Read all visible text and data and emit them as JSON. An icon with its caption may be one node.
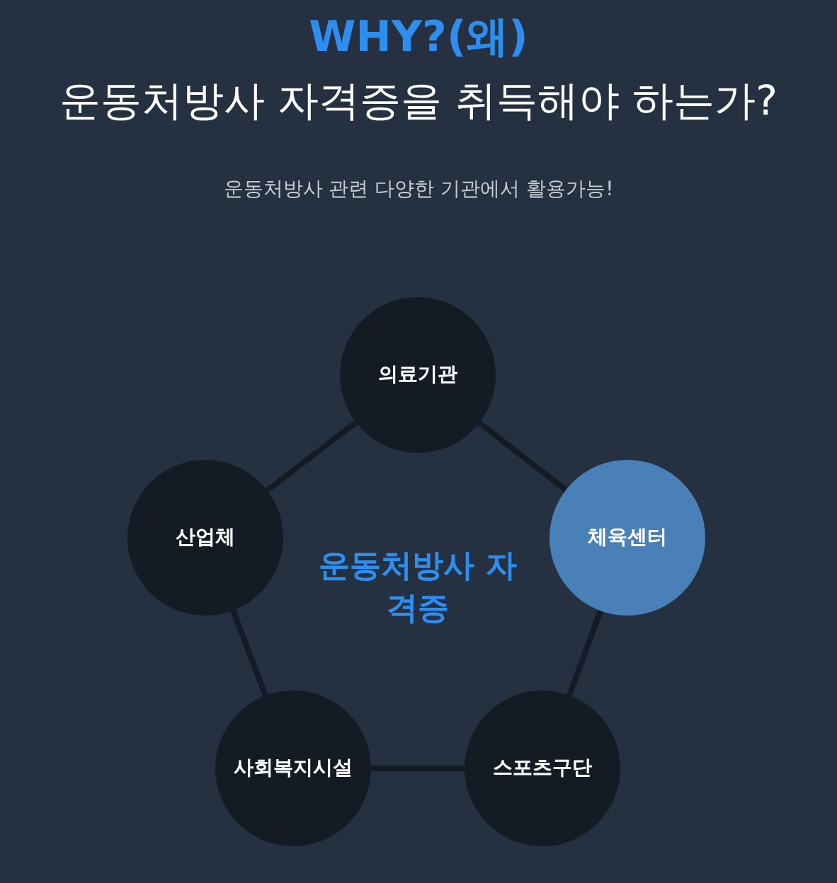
{
  "diagram": {
    "title": "운동처방사 자격증을 취득해야 하는가?",
    "nodes": [
      {
        "text": [
          "의료기관"
        ]
      },
      {
        "text": [
          "체육센터"
        ]
      },
      {
        "text": [
          "스포츠구단"
        ]
      },
      {
        "text": [
          "사회복지시설"
        ]
      },
      {
        "text": [
          "산업체"
        ]
      }
    ],
    "edges": [
      {
        "from": 0,
        "to": 1,
        "arrow": "none"
      },
      {
        "from": 1,
        "to": 2,
        "arrow": "none"
      },
      {
        "from": 2,
        "to": 3,
        "arrow": "none"
      },
      {
        "from": 3,
        "to": 4,
        "arrow": "none"
      },
      {
        "from": 4,
        "to": 0,
        "arrow": "none"
      }
    ],
    "labels": [
      "WHY?(왜)",
      "운동처방사 관련 다양한 기관에서 활용가능!",
      "운동처방사 자격증"
    ]
  }
}
